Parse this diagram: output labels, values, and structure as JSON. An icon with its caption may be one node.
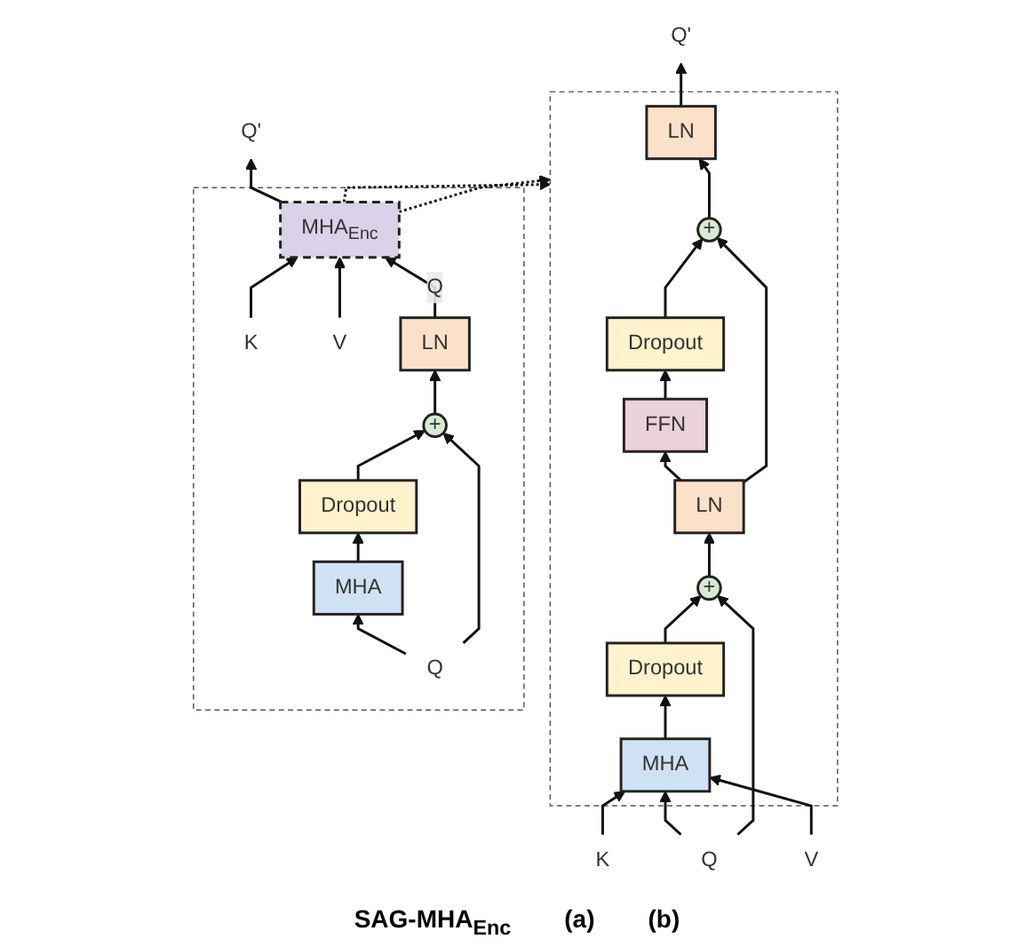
{
  "diagram": {
    "nodes": [
      {
        "text": [],
        "shape": "box"
      },
      {
        "text": [
          "Q'"
        ]
      },
      {
        "text": [
          "LN"
        ],
        "in": 0
      },
      {
        "text": [
          "+"
        ],
        "in": 0
      },
      {
        "text": [
          "Dropout"
        ],
        "in": 0
      },
      {
        "text": [
          "FFN"
        ],
        "in": 0
      },
      {
        "text": [
          "LN"
        ],
        "in": 0
      },
      {
        "text": [
          "+"
        ],
        "in": 0
      },
      {
        "text": [
          "Dropout"
        ],
        "in": 0
      },
      {
        "text": [
          "MHA"
        ],
        "in": 0
      },
      {
        "text": [
          "Q"
        ]
      },
      {
        "text": [
          "K"
        ]
      },
      {
        "text": [
          "V"
        ]
      },
      {
        "text": [
          "Q'"
        ]
      },
      {
        "text": [],
        "shape": "box"
      },
      {
        "text": [
          "MHA$_{Enc}$"
        ],
        "in": 14
      },
      {
        "text": [
          "K"
        ],
        "in": 14
      },
      {
        "text": [
          "V"
        ],
        "in": 14
      },
      {
        "text": [
          "LN"
        ],
        "in": 14
      },
      {
        "text": [
          "+"
        ],
        "in": 14
      },
      {
        "text": [
          "Dropout"
        ],
        "in": 14
      },
      {
        "text": [
          "MHA"
        ],
        "in": 14
      },
      {
        "text": [
          "Q"
        ],
        "in": 14
      }
    ],
    "edges": [
      {
        "from": 2,
        "to": 1,
        "arrow": "to"
      },
      {
        "from": 3,
        "to": 2,
        "arrow": "to"
      },
      {
        "from": 4,
        "to": 3,
        "arrow": "to"
      },
      {
        "from": 5,
        "to": 4,
        "arrow": "to"
      },
      {
        "from": 6,
        "to": 5,
        "arrow": "to"
      },
      {
        "from": 6,
        "to": 3,
        "arrow": "to"
      },
      {
        "from": 7,
        "to": 6,
        "arrow": "to"
      },
      {
        "from": 8,
        "to": 7,
        "arrow": "to"
      },
      {
        "from": 9,
        "to": 8,
        "arrow": "to"
      },
      {
        "from": 10,
        "to": 9,
        "arrow": "to"
      },
      {
        "from": 11,
        "to": 9,
        "arrow": "to"
      },
      {
        "from": 12,
        "to": 9,
        "arrow": "to"
      },
      {
        "from": 10,
        "to": 7,
        "arrow": "to"
      },
      {
        "from": 15,
        "to": 13,
        "arrow": "to"
      },
      {
        "from": 18,
        "to": 15,
        "arrow": "to",
        "label": "Q"
      },
      {
        "from": 16,
        "to": 15,
        "arrow": "to"
      },
      {
        "from": 17,
        "to": 15,
        "arrow": "to"
      },
      {
        "from": 19,
        "to": 18,
        "arrow": "to"
      },
      {
        "from": 20,
        "to": 19,
        "arrow": "to"
      },
      {
        "from": 21,
        "to": 20,
        "arrow": "to"
      },
      {
        "from": 22,
        "to": 21,
        "arrow": "to"
      },
      {
        "from": 22,
        "to": 19,
        "arrow": "to"
      },
      {
        "from": 15,
        "to": 0,
        "arrow": "to",
        "style": "dashed"
      },
      {
        "from": 15,
        "to": 0,
        "arrow": "to",
        "style": "dashed"
      }
    ],
    "labels": [
      "SAG-MHA$_{Enc}$",
      "(a)",
      "(b)"
    ]
  }
}
